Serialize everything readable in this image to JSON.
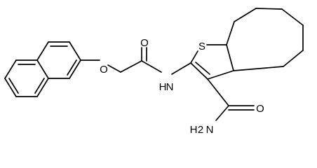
{
  "molecule": {
    "atoms": {
      "o_carbonyl": "O",
      "o_ether": "O",
      "s_ring": "S",
      "n_amide": "H",
      "n_amide_n": "N",
      "o_amide": "O",
      "nh2_h": "H",
      "nh2_2": "2",
      "nh2_n": "N"
    }
  }
}
